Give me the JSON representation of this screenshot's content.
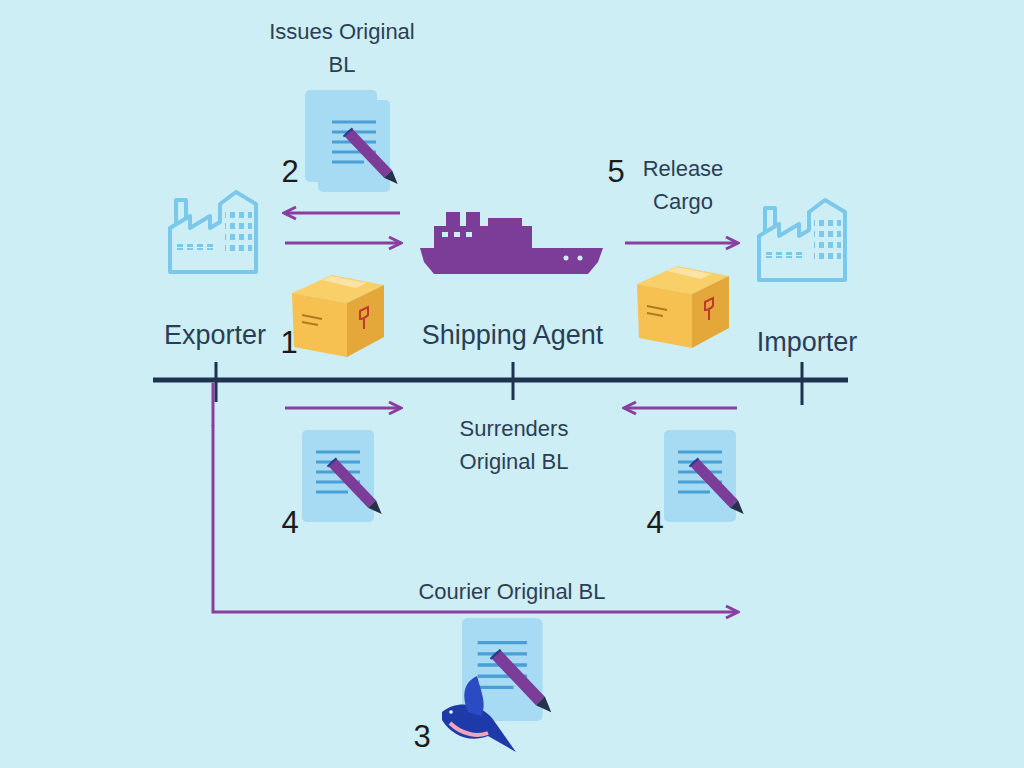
{
  "diagram": {
    "nodes": [
      {
        "text": [
          "Exporter"
        ]
      },
      {
        "text": [
          "Shipping Agent"
        ]
      },
      {
        "text": [
          "Importer"
        ]
      }
    ],
    "edges": [
      {
        "from": 0,
        "to": 1,
        "arrow": "to"
      },
      {
        "from": 1,
        "to": 0,
        "arrow": "to"
      },
      {
        "from": 1,
        "to": 2,
        "arrow": "to"
      },
      {
        "from": 0,
        "to": 1,
        "arrow": "to"
      },
      {
        "from": 2,
        "to": 1,
        "arrow": "to"
      },
      {
        "from": 0,
        "to": 2,
        "arrow": "to",
        "label": "Courier Original BL"
      }
    ],
    "labels": [
      "Issues Original BL",
      "2",
      "Release Cargo",
      "5",
      "1",
      "Surrenders Original BL",
      "4",
      "4",
      "3"
    ]
  }
}
